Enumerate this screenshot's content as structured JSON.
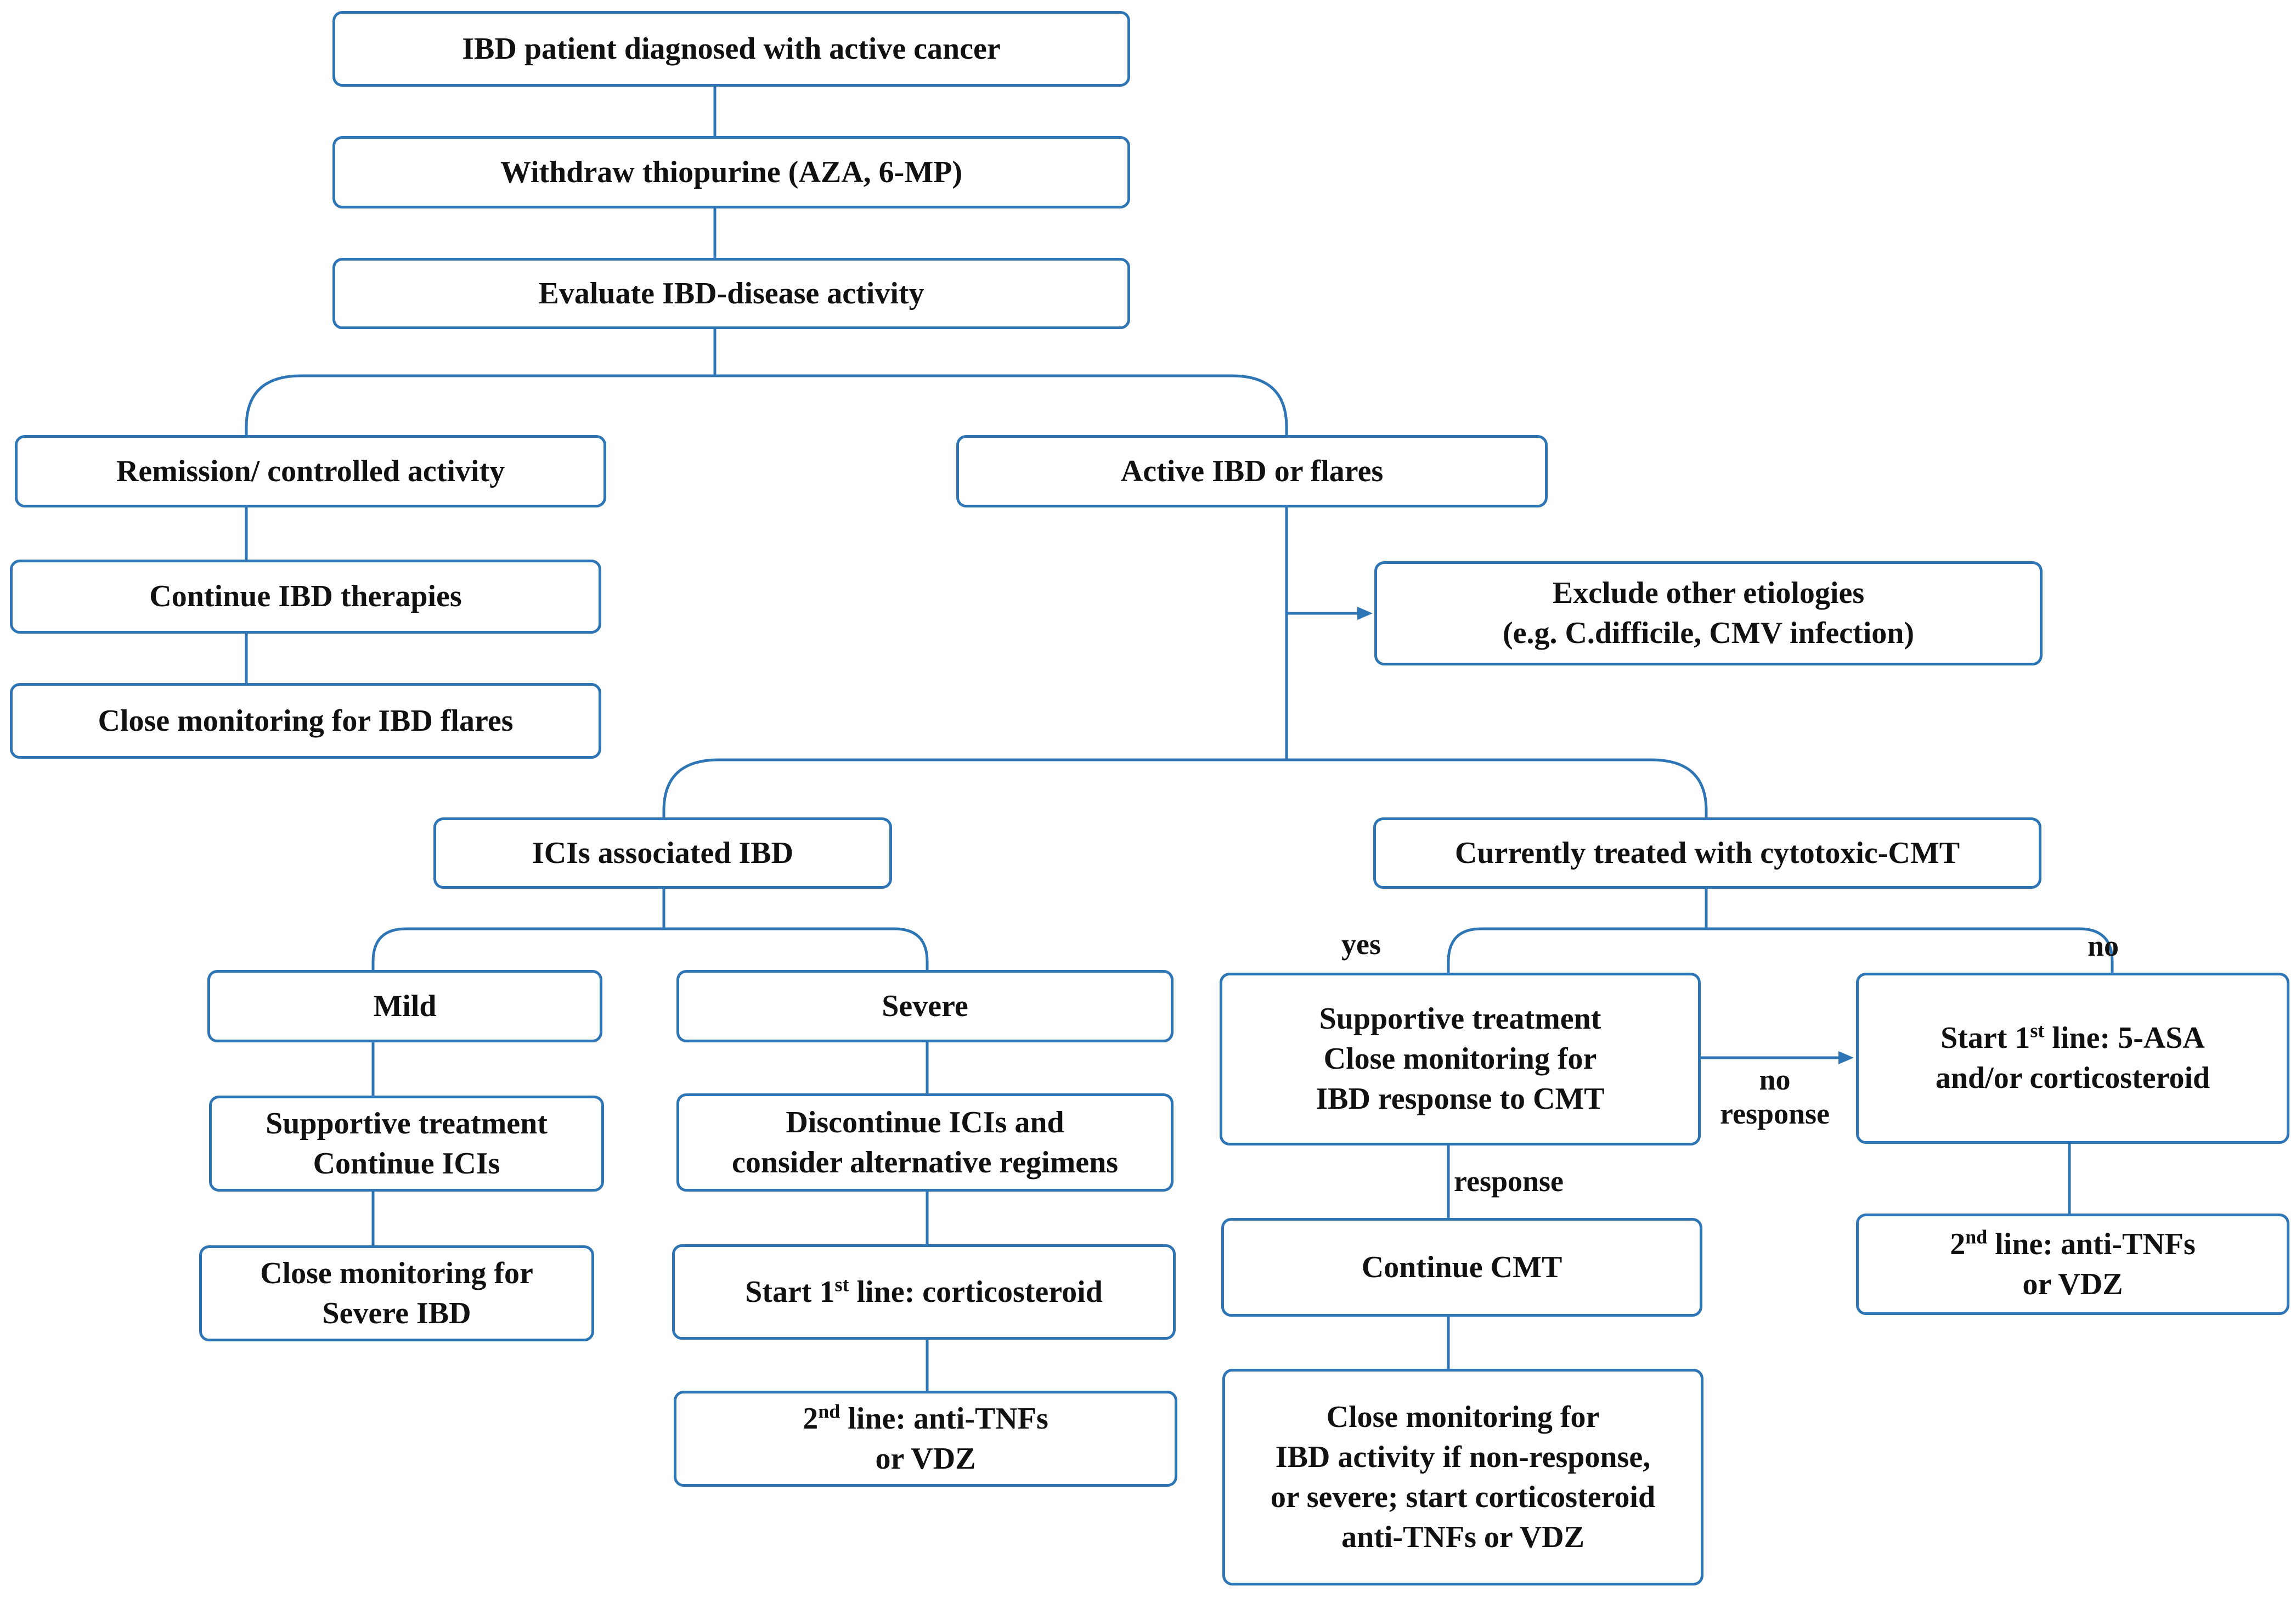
{
  "colors": {
    "line": "#2e75b6",
    "text": "#111111",
    "background": "#ffffff"
  },
  "boxes": {
    "start": [
      "IBD patient diagnosed with active cancer"
    ],
    "withdraw": [
      "Withdraw thiopurine (AZA, 6-MP)"
    ],
    "evaluate": [
      "Evaluate IBD-disease activity"
    ],
    "remission": [
      "Remission/ controlled activity"
    ],
    "active": [
      "Active IBD or flares"
    ],
    "continue_ibd": [
      "Continue IBD therapies"
    ],
    "close_flares": [
      "Close monitoring for IBD flares"
    ],
    "exclude": [
      "Exclude other etiologies",
      "(e.g. C.difficile, CMV infection)"
    ],
    "ici": [
      "ICIs associated IBD"
    ],
    "cmt": [
      "Currently treated with cytotoxic-CMT"
    ],
    "mild": [
      "Mild"
    ],
    "severe": [
      "Severe"
    ],
    "supportive_ici": [
      "Supportive treatment",
      "Continue  ICIs"
    ],
    "discontinue": [
      "Discontinue ICIs and",
      "consider alternative regimens"
    ],
    "close_severe": [
      "Close monitoring for",
      "Severe IBD"
    ],
    "start_cortico": [
      "Start 1<sup>st</sup> line: corticosteroid"
    ],
    "second_left": [
      "2<sup>nd</sup> line: anti-TNFs",
      "or VDZ"
    ],
    "supportive_cmt": [
      "Supportive treatment",
      "Close monitoring for",
      "IBD response to CMT"
    ],
    "start_5asa": [
      "Start 1<sup>st</sup> line: 5-ASA",
      "and/or corticosteroid"
    ],
    "continue_cmt": [
      "Continue CMT"
    ],
    "second_right": [
      "2<sup>nd</sup> line: anti-TNFs",
      "or VDZ"
    ],
    "close_activity": [
      "Close monitoring for",
      "IBD activity if non-response,",
      "or severe;  start corticosteroid",
      "anti-TNFs or VDZ"
    ]
  },
  "edge_labels": {
    "yes": "yes",
    "no": "no",
    "no_response": "no\nresponse",
    "response": "response"
  }
}
